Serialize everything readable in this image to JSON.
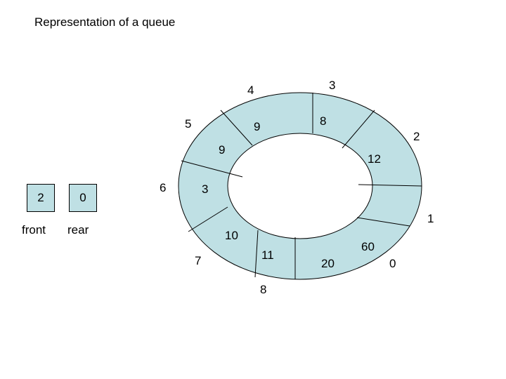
{
  "title": "Representation of a queue",
  "front": {
    "value": "2",
    "label": "front"
  },
  "rear": {
    "value": "0",
    "label": "rear"
  },
  "queue": {
    "cell_values": [
      "60",
      "12",
      "9",
      "9",
      "8",
      "10",
      "11",
      "20"
    ],
    "index_labels": [
      "0",
      "1",
      "2",
      "3",
      "4",
      "5",
      "6",
      "7"
    ],
    "inner_label": "3"
  },
  "extra_label": "8",
  "colors": {
    "ring_fill": "#bfe0e4",
    "stroke": "#000000",
    "background": "#ffffff"
  }
}
